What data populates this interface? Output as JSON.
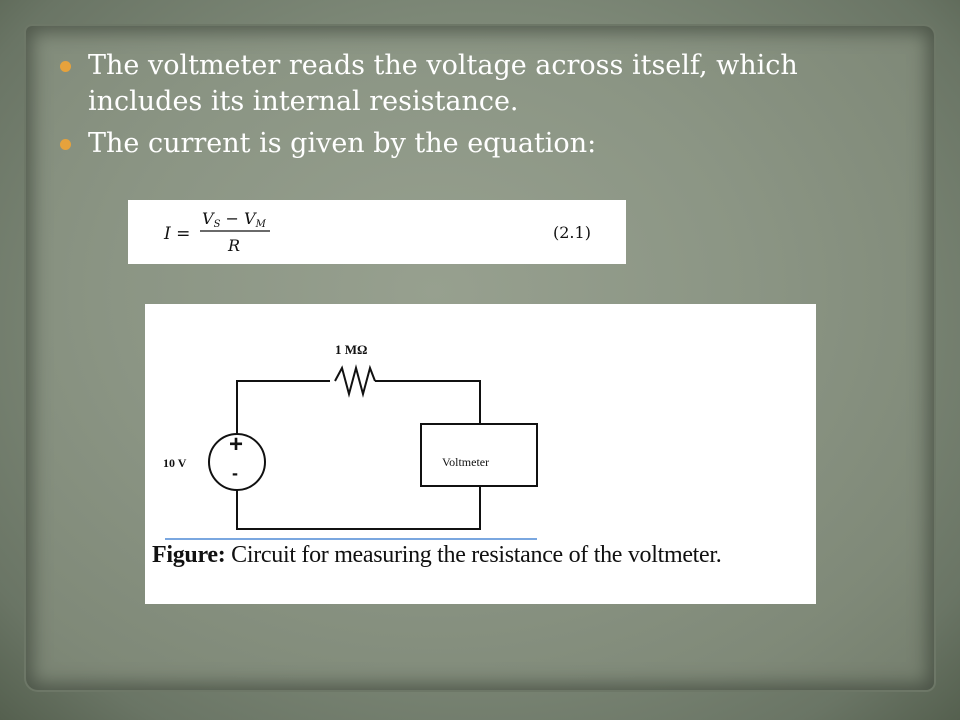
{
  "bullets": [
    "The voltmeter reads the voltage across itself, which includes its internal resistance.",
    "The current is given by the equation:"
  ],
  "equation": {
    "lhs": "I =",
    "numerator": "V",
    "num_sub1": "S",
    "minus": " − V",
    "num_sub2": "M",
    "denominator": "R",
    "number": "(2.1)"
  },
  "figure": {
    "resistor_label": "1 MΩ",
    "source_label": "10 V",
    "source_plus": "+",
    "source_minus": "-",
    "voltmeter_label": "Voltmeter",
    "caption_bold": "Figure:",
    "caption_text": " Circuit for measuring the resistance of the voltmeter."
  },
  "colors": {
    "bullet": "#e6a23c",
    "text": "#ffffff",
    "caption_rule": "#7aa7e0"
  }
}
